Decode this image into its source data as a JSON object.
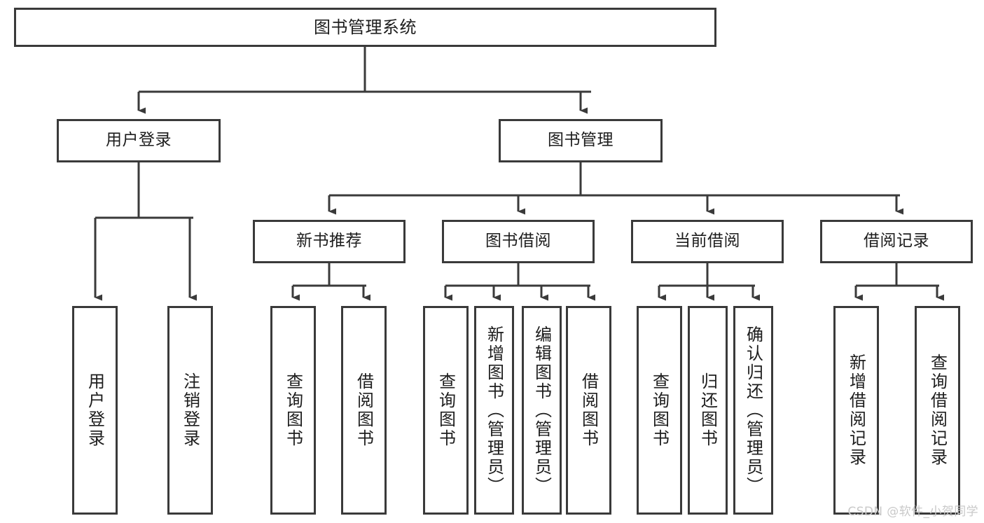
{
  "diagram": {
    "type": "tree",
    "title": "图书管理系统",
    "orientation": "top-down",
    "watermark": "CSDN @软件_小贺同学",
    "colors": {
      "box_border": "#3a3a3a",
      "box_fill": "#ffffff",
      "connector": "#3a3a3a",
      "text": "#1d1d1d",
      "watermark": "#c9c9c9"
    },
    "nodes": {
      "root": {
        "label": "图书管理系统"
      },
      "level2": [
        {
          "id": "user_login",
          "label": "用户登录"
        },
        {
          "id": "book_manage",
          "label": "图书管理"
        }
      ],
      "level3": [
        {
          "id": "new_book_rec",
          "label": "新书推荐",
          "parent": "book_manage"
        },
        {
          "id": "book_borrow",
          "label": "图书借阅",
          "parent": "book_manage"
        },
        {
          "id": "current_borrow",
          "label": "当前借阅",
          "parent": "book_manage"
        },
        {
          "id": "borrow_record",
          "label": "借阅记录",
          "parent": "book_manage"
        }
      ],
      "leaves": [
        {
          "id": "leaf_user_login",
          "label": "用户登录",
          "parent": "user_login"
        },
        {
          "id": "leaf_user_logout",
          "label": "注销登录",
          "parent": "user_login"
        },
        {
          "id": "leaf_query_book_1",
          "label": "查询图书",
          "parent": "new_book_rec"
        },
        {
          "id": "leaf_borrow_book_1",
          "label": "借阅图书",
          "parent": "new_book_rec"
        },
        {
          "id": "leaf_query_book_2",
          "label": "查询图书",
          "parent": "book_borrow"
        },
        {
          "id": "leaf_add_book",
          "label": "新增图书（管理员）",
          "parent": "book_borrow"
        },
        {
          "id": "leaf_edit_book",
          "label": "编辑图书（管理员）",
          "parent": "book_borrow"
        },
        {
          "id": "leaf_borrow_book_2",
          "label": "借阅图书",
          "parent": "book_borrow"
        },
        {
          "id": "leaf_query_book_3",
          "label": "查询图书",
          "parent": "current_borrow"
        },
        {
          "id": "leaf_return_book",
          "label": "归还图书",
          "parent": "current_borrow"
        },
        {
          "id": "leaf_confirm_return",
          "label": "确认归还（管理员）",
          "parent": "current_borrow"
        },
        {
          "id": "leaf_add_record",
          "label": "新增借阅记录",
          "parent": "borrow_record"
        },
        {
          "id": "leaf_query_record",
          "label": "查询借阅记录",
          "parent": "borrow_record"
        }
      ]
    }
  }
}
